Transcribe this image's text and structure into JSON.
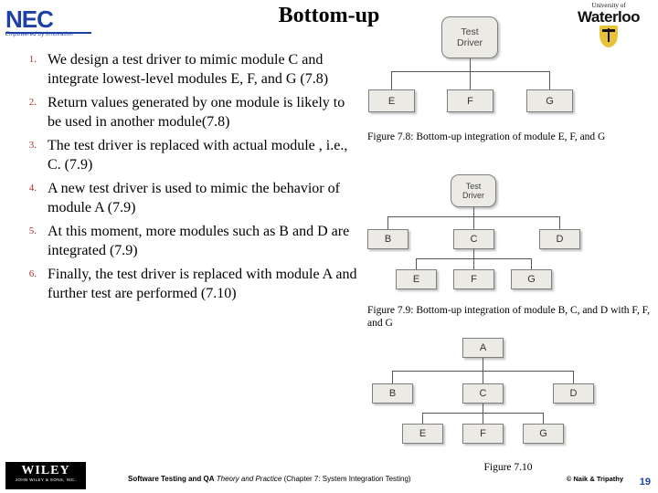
{
  "slide": {
    "title": "Bottom-up",
    "page_number": "19"
  },
  "logos": {
    "nec": {
      "text": "NEC",
      "tagline": "Empowered by Innovation"
    },
    "waterloo": {
      "small": "University of",
      "big": "Waterloo"
    },
    "wiley": {
      "name": "WILEY",
      "sub": "JOHN WILEY & SONS, INC."
    }
  },
  "bullets": [
    {
      "num": "1.",
      "text": "We design a test driver to  mimic module C and integrate lowest-level modules E, F, and G (7.8)"
    },
    {
      "num": "2.",
      "text": "Return values generated by one module is likely to be used in another module(7.8)"
    },
    {
      "num": "3.",
      "text": "The test driver is replaced with actual module , i.e., C. (7.9)"
    },
    {
      "num": "4.",
      "text": "A new test driver is used to mimic the behavior of module A (7.9)"
    },
    {
      "num": "5.",
      "text": " At this moment, more modules such as B and D are integrated (7.9)"
    },
    {
      "num": "6.",
      "text": "Finally, the test driver is replaced with module A and further test are performed (7.10)"
    }
  ],
  "figures": [
    {
      "id": "fig78",
      "caption": "Figure 7.8: Bottom-up integration of module E, F, and G",
      "nodes": [
        {
          "id": "driver",
          "label": "Test\nDriver",
          "shape": "rounded"
        },
        {
          "id": "e",
          "label": "E",
          "shape": "rect"
        },
        {
          "id": "f",
          "label": "F",
          "shape": "rect"
        },
        {
          "id": "g",
          "label": "G",
          "shape": "rect"
        }
      ]
    },
    {
      "id": "fig79",
      "caption": "Figure 7.9: Bottom-up integration of module B, C, and D with F, F, and G",
      "nodes": [
        {
          "id": "driver",
          "label": "Test\nDriver",
          "shape": "rounded"
        },
        {
          "id": "b",
          "label": "B",
          "shape": "rect"
        },
        {
          "id": "c",
          "label": "C",
          "shape": "rect"
        },
        {
          "id": "d",
          "label": "D",
          "shape": "rect"
        },
        {
          "id": "e",
          "label": "E",
          "shape": "rect"
        },
        {
          "id": "f",
          "label": "F",
          "shape": "rect"
        },
        {
          "id": "g",
          "label": "G",
          "shape": "rect"
        }
      ]
    },
    {
      "id": "fig710",
      "caption": "Figure 7.10",
      "nodes": [
        {
          "id": "a",
          "label": "A",
          "shape": "rect"
        },
        {
          "id": "b",
          "label": "B",
          "shape": "rect"
        },
        {
          "id": "c",
          "label": "C",
          "shape": "rect"
        },
        {
          "id": "d",
          "label": "D",
          "shape": "rect"
        },
        {
          "id": "e",
          "label": "E",
          "shape": "rect"
        },
        {
          "id": "f",
          "label": "F",
          "shape": "rect"
        },
        {
          "id": "g",
          "label": "G",
          "shape": "rect"
        }
      ]
    }
  ],
  "figure_labels": {
    "test_driver": "Test Driver",
    "test_driver_line1": "Test",
    "test_driver_line2": "Driver",
    "a": "A",
    "b": "B",
    "c": "C",
    "d": "D",
    "e": "E",
    "f": "F",
    "g": "G"
  },
  "footer": {
    "book_bold": "Software Testing and QA",
    "book_italic": " Theory and Practice",
    "chapter": " (Chapter 7: System Integration Testing)",
    "copyright": "© Naik & Tripathy"
  },
  "colors": {
    "nec_blue": "#1d3faa",
    "number_red": "#b03030",
    "box_fill": "#eceae4",
    "box_border": "#7f7f7f"
  }
}
